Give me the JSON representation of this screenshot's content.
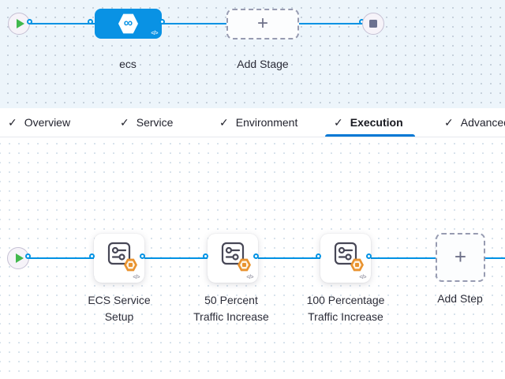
{
  "icons": {
    "check": "✓",
    "plus": "+",
    "code": "</>",
    "infinity": "∞"
  },
  "colors": {
    "accent_blue": "#0092e4",
    "tab_underline": "#0278d5",
    "stage_node_blue": "#0992e4",
    "play_green": "#42b84d",
    "badge_orange": "#e9932f"
  },
  "stage_pipeline": {
    "stage_label": "ecs",
    "add_stage_label": "Add Stage"
  },
  "tabs": [
    {
      "label": "Overview",
      "checked": true,
      "active": false
    },
    {
      "label": "Service",
      "checked": true,
      "active": false
    },
    {
      "label": "Environment",
      "checked": true,
      "active": false
    },
    {
      "label": "Execution",
      "checked": true,
      "active": true
    },
    {
      "label": "Advanced",
      "checked": true,
      "active": false
    }
  ],
  "execution": {
    "steps": [
      {
        "name": "ECS Service Setup",
        "line1": "ECS Service",
        "line2": "Setup"
      },
      {
        "name": "50 Percent Traffic Increase",
        "line1": "50 Percent",
        "line2": "Traffic Increase"
      },
      {
        "name": "100 Percentage Traffic Increase",
        "line1": "100 Percentage",
        "line2": "Traffic Increase"
      }
    ],
    "add_step_label": "Add Step"
  }
}
